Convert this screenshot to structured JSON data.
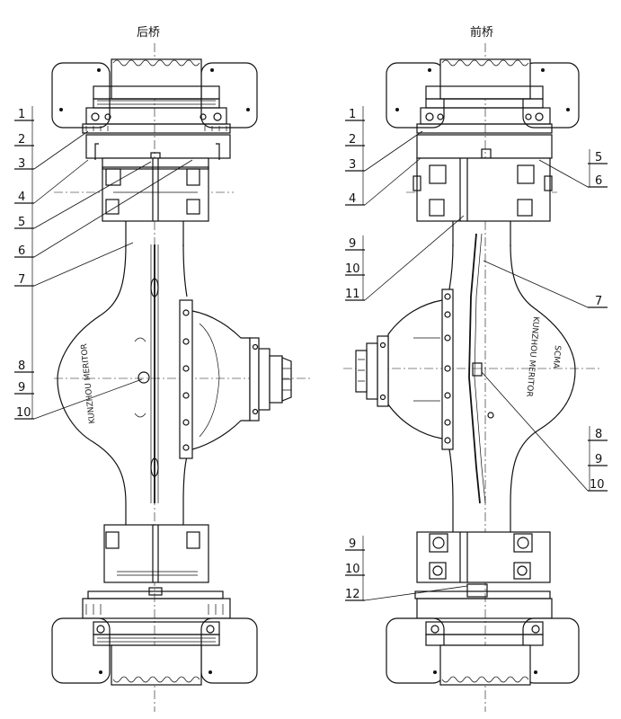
{
  "titles": {
    "rear_axle": "后桥",
    "front_axle": "前桥"
  },
  "left_callouts": [
    "1",
    "2",
    "3",
    "4",
    "5",
    "6",
    "7",
    "8",
    "9",
    "10"
  ],
  "right_callouts": {
    "upper_left": [
      "1",
      "2",
      "3",
      "4"
    ],
    "upper_right": [
      "5",
      "6"
    ],
    "mid_left": [
      "9",
      "10",
      "11"
    ],
    "mid_right": [
      "7"
    ],
    "lower_right": [
      "8",
      "9",
      "10"
    ],
    "bottom_left": [
      "9",
      "10",
      "12"
    ]
  },
  "housing_markings": {
    "rear": "KUNZHOU MERITOR",
    "front": "KUNZHOU MERITOR",
    "front_sub": "SCMA"
  }
}
